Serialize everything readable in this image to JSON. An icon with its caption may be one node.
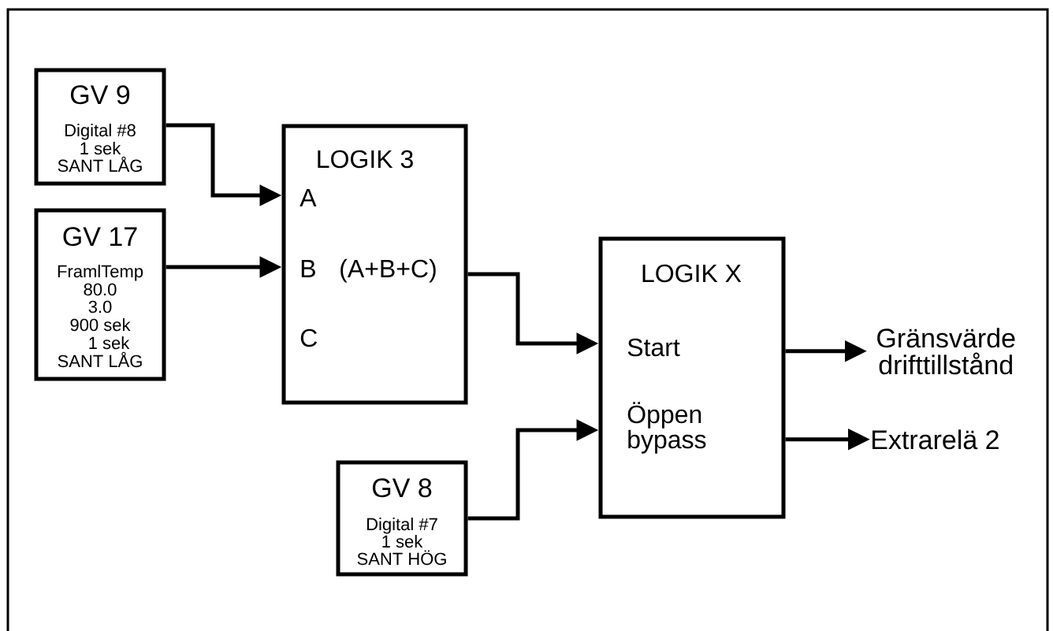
{
  "diagram": {
    "nodes": [
      {
        "text": [
          "GV 9",
          "Digital #8",
          "1 sek",
          "SANT LÅG"
        ]
      },
      {
        "text": [
          "GV 17",
          "FramlTemp",
          "80.0",
          "3.0",
          "900 sek",
          "1 sek",
          "SANT LÅG"
        ]
      },
      {
        "text": [
          "LOGIK 3",
          "A",
          "B",
          "(A+B+C)",
          "C"
        ]
      },
      {
        "text": [
          "LOGIK X",
          "Start",
          "Öppen bypass"
        ]
      },
      {
        "text": [
          "GV 8",
          "Digital #7",
          "1 sek",
          "SANT HÖG"
        ]
      },
      {
        "text": [
          "Gränsvärde drifttillstånd"
        ]
      },
      {
        "text": [
          "Extrarelä 2"
        ]
      }
    ],
    "edges": [
      {
        "from": 0,
        "to": 2,
        "arrow": "to"
      },
      {
        "from": 1,
        "to": 2,
        "arrow": "to"
      },
      {
        "from": 2,
        "to": 3,
        "arrow": "to"
      },
      {
        "from": 4,
        "to": 3,
        "arrow": "to"
      },
      {
        "from": 3,
        "to": 5,
        "arrow": "to"
      },
      {
        "from": 3,
        "to": 6,
        "arrow": "to"
      }
    ]
  }
}
